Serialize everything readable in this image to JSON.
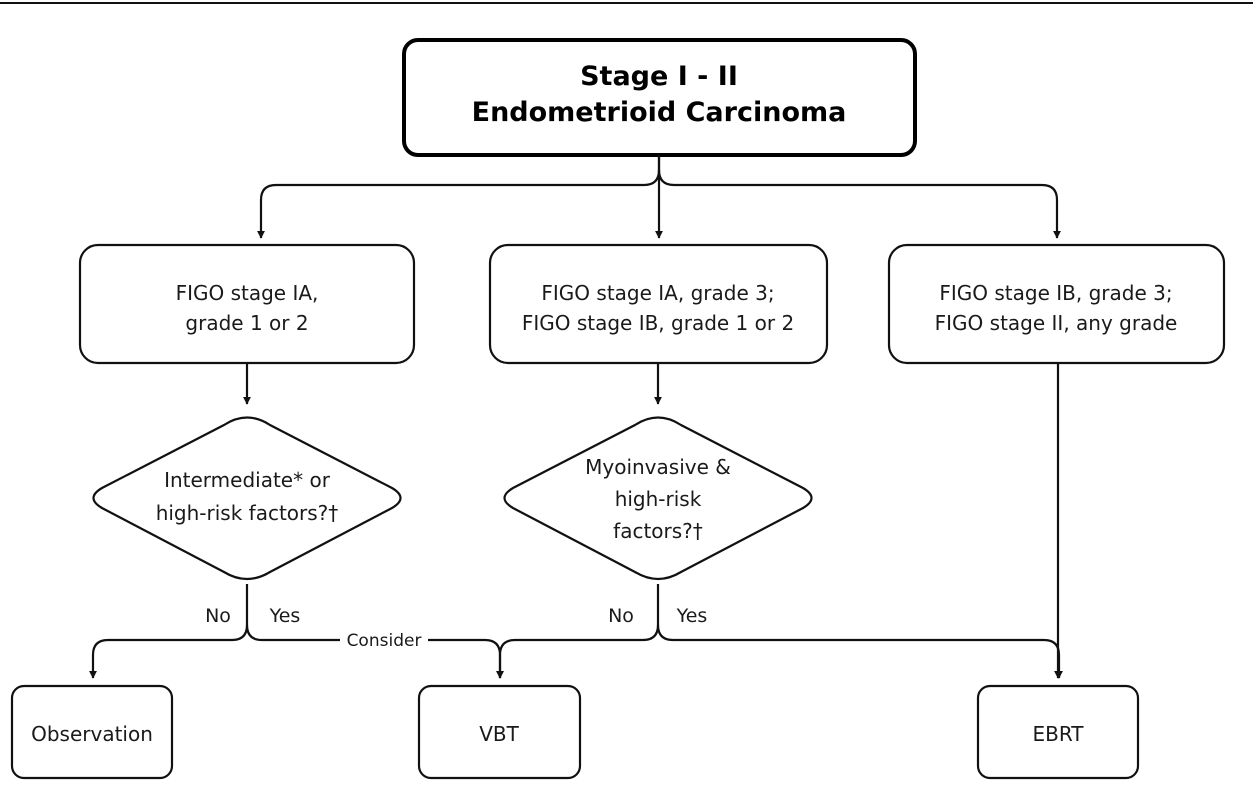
{
  "title": {
    "line1": "Stage I - II",
    "line2": "Endometrioid Carcinoma"
  },
  "stages": {
    "left": {
      "line1": "FIGO stage IA,",
      "line2": "grade 1 or 2"
    },
    "middle": {
      "line1": "FIGO stage IA, grade 3;",
      "line2": "FIGO stage IB, grade 1 or 2"
    },
    "right": {
      "line1": "FIGO stage IB, grade 3;",
      "line2": "FIGO stage II, any grade"
    }
  },
  "decisions": {
    "left": {
      "line1": "Intermediate* or",
      "line2": "high-risk factors?†"
    },
    "middle": {
      "line1": "Myoinvasive &",
      "line2": "high-risk",
      "line3": "factors?†"
    }
  },
  "edge_labels": {
    "left_no": "No",
    "left_yes": "Yes",
    "consider": "Consider",
    "middle_no": "No",
    "middle_yes": "Yes"
  },
  "outcomes": {
    "observation": "Observation",
    "vbt": "VBT",
    "ebrt": "EBRT"
  }
}
